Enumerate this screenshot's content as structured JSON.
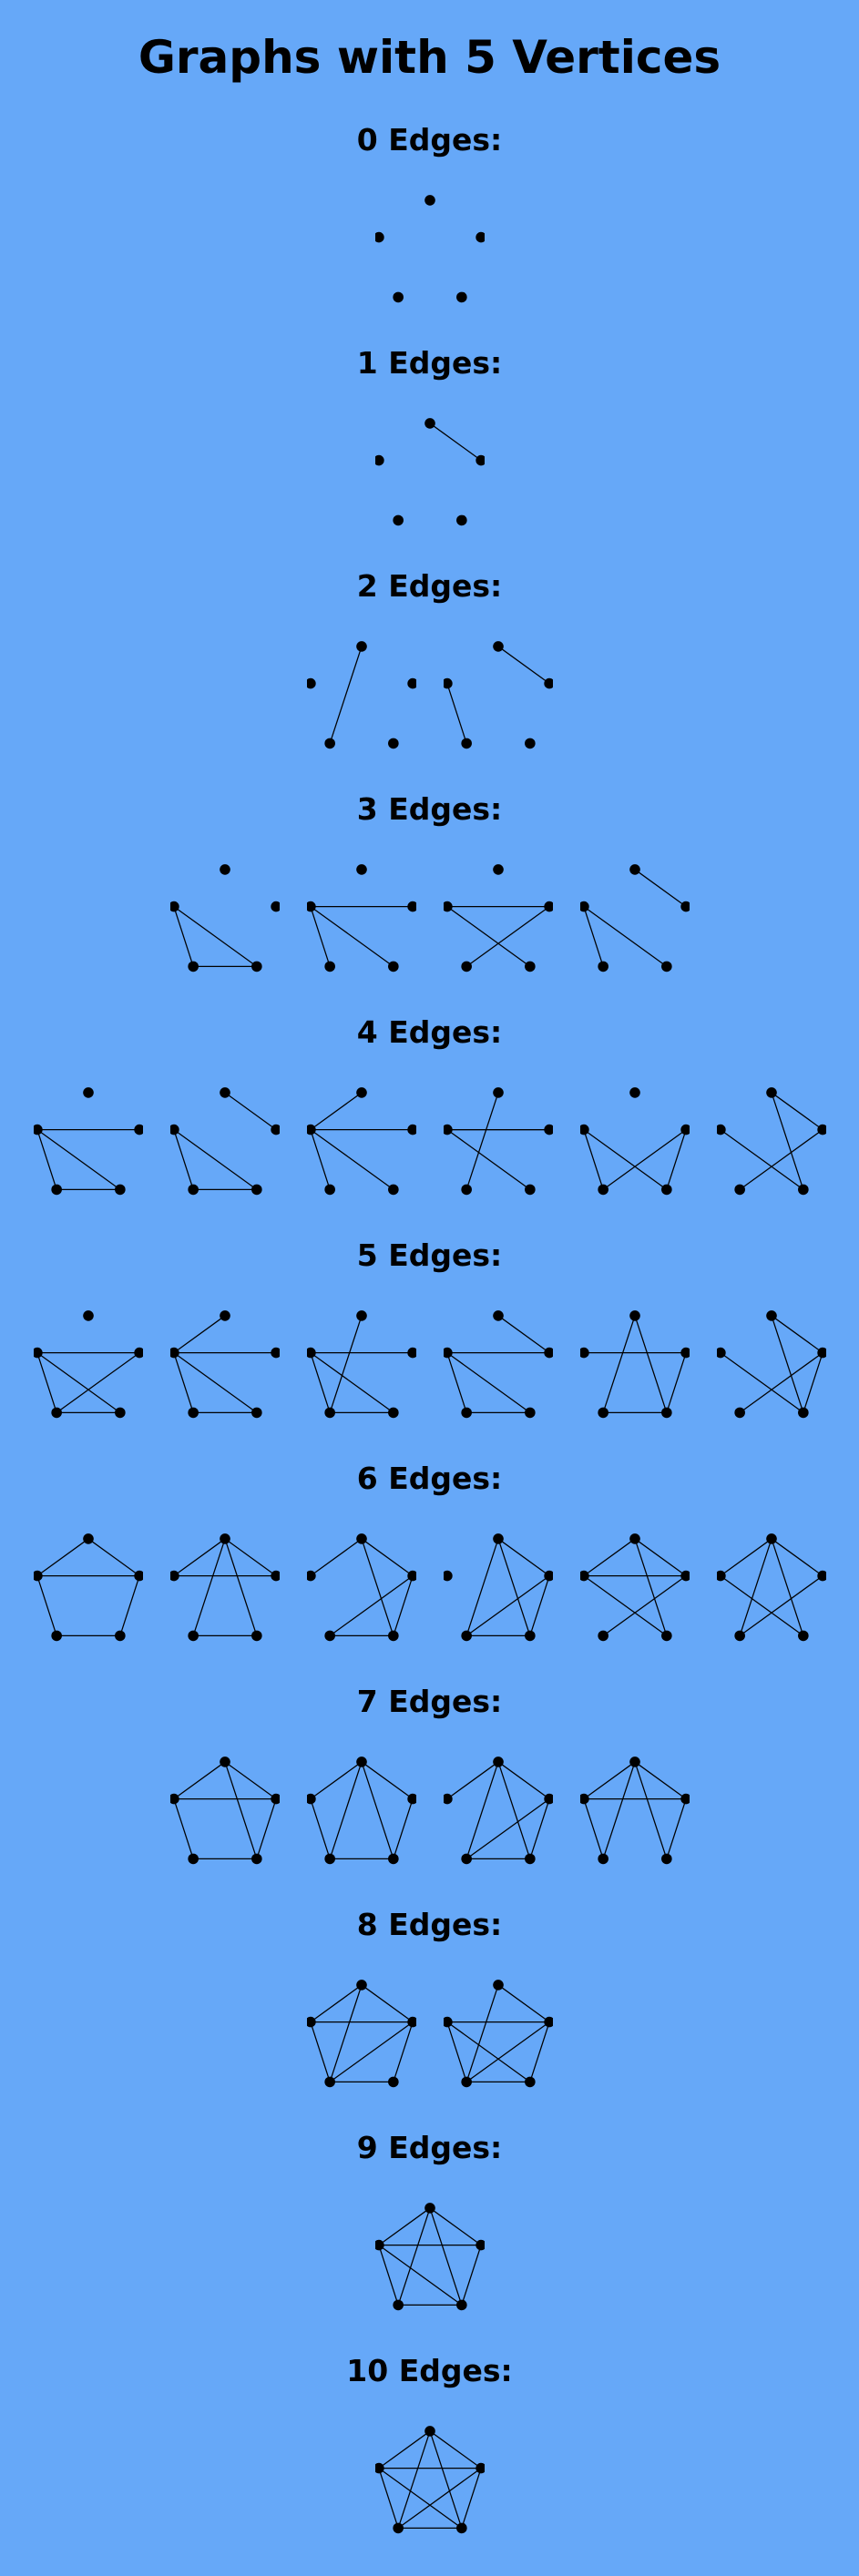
{
  "title": "Graphs with 5 Vertices",
  "sections": [
    {
      "heading": "0 Edges:",
      "graphs": [
        []
      ]
    },
    {
      "heading": "1 Edges:",
      "graphs": [
        [
          [
            0,
            1
          ]
        ]
      ]
    },
    {
      "heading": "2 Edges:",
      "graphs": [
        [
          [
            0,
            3
          ]
        ],
        [
          [
            0,
            1
          ],
          [
            3,
            4
          ]
        ]
      ]
    },
    {
      "heading": "3 Edges:",
      "graphs": [
        [
          [
            4,
            3
          ],
          [
            3,
            2
          ],
          [
            2,
            4
          ]
        ],
        [
          [
            4,
            1
          ],
          [
            4,
            3
          ],
          [
            4,
            2
          ]
        ],
        [
          [
            4,
            1
          ],
          [
            4,
            2
          ],
          [
            1,
            3
          ]
        ],
        [
          [
            0,
            1
          ],
          [
            4,
            3
          ],
          [
            4,
            2
          ]
        ]
      ]
    },
    {
      "heading": "4 Edges:",
      "graphs": [
        [
          [
            4,
            1
          ],
          [
            4,
            3
          ],
          [
            4,
            2
          ],
          [
            3,
            2
          ]
        ],
        [
          [
            0,
            1
          ],
          [
            4,
            3
          ],
          [
            4,
            2
          ],
          [
            3,
            2
          ]
        ],
        [
          [
            0,
            4
          ],
          [
            4,
            1
          ],
          [
            4,
            3
          ],
          [
            4,
            2
          ]
        ],
        [
          [
            4,
            1
          ],
          [
            4,
            2
          ],
          [
            0,
            3
          ],
          [
            1,
            4
          ]
        ],
        [
          [
            4,
            3
          ],
          [
            4,
            2
          ],
          [
            1,
            3
          ],
          [
            1,
            2
          ]
        ],
        [
          [
            4,
            2
          ],
          [
            1,
            3
          ],
          [
            0,
            1
          ],
          [
            0,
            2
          ]
        ]
      ]
    },
    {
      "heading": "5 Edges:",
      "graphs": [
        [
          [
            4,
            1
          ],
          [
            4,
            3
          ],
          [
            4,
            2
          ],
          [
            3,
            2
          ],
          [
            1,
            3
          ]
        ],
        [
          [
            0,
            4
          ],
          [
            4,
            1
          ],
          [
            4,
            3
          ],
          [
            4,
            2
          ],
          [
            3,
            2
          ]
        ],
        [
          [
            4,
            1
          ],
          [
            4,
            3
          ],
          [
            4,
            2
          ],
          [
            3,
            2
          ],
          [
            0,
            3
          ]
        ],
        [
          [
            0,
            1
          ],
          [
            4,
            1
          ],
          [
            4,
            3
          ],
          [
            4,
            2
          ],
          [
            3,
            2
          ]
        ],
        [
          [
            4,
            1
          ],
          [
            1,
            2
          ],
          [
            3,
            2
          ],
          [
            0,
            3
          ],
          [
            0,
            2
          ]
        ],
        [
          [
            0,
            1
          ],
          [
            1,
            2
          ],
          [
            0,
            2
          ],
          [
            4,
            2
          ],
          [
            1,
            3
          ]
        ]
      ]
    },
    {
      "heading": "6 Edges:",
      "graphs": [
        [
          [
            0,
            4
          ],
          [
            0,
            1
          ],
          [
            1,
            2
          ],
          [
            2,
            3
          ],
          [
            3,
            4
          ],
          [
            4,
            1
          ]
        ],
        [
          [
            0,
            4
          ],
          [
            0,
            1
          ],
          [
            4,
            1
          ],
          [
            0,
            3
          ],
          [
            0,
            2
          ],
          [
            3,
            2
          ]
        ],
        [
          [
            0,
            4
          ],
          [
            0,
            1
          ],
          [
            1,
            2
          ],
          [
            2,
            3
          ],
          [
            3,
            1
          ],
          [
            0,
            2
          ]
        ],
        [
          [
            0,
            1
          ],
          [
            1,
            2
          ],
          [
            2,
            3
          ],
          [
            0,
            3
          ],
          [
            0,
            2
          ],
          [
            1,
            3
          ]
        ],
        [
          [
            0,
            4
          ],
          [
            0,
            1
          ],
          [
            4,
            1
          ],
          [
            0,
            2
          ],
          [
            4,
            2
          ],
          [
            1,
            3
          ]
        ],
        [
          [
            0,
            4
          ],
          [
            0,
            1
          ],
          [
            0,
            3
          ],
          [
            0,
            2
          ],
          [
            4,
            2
          ],
          [
            1,
            3
          ]
        ]
      ]
    },
    {
      "heading": "7 Edges:",
      "graphs": [
        [
          [
            0,
            4
          ],
          [
            0,
            1
          ],
          [
            1,
            2
          ],
          [
            2,
            3
          ],
          [
            3,
            4
          ],
          [
            4,
            1
          ],
          [
            0,
            2
          ]
        ],
        [
          [
            0,
            4
          ],
          [
            0,
            1
          ],
          [
            1,
            2
          ],
          [
            2,
            3
          ],
          [
            3,
            4
          ],
          [
            0,
            3
          ],
          [
            0,
            2
          ]
        ],
        [
          [
            0,
            1
          ],
          [
            1,
            2
          ],
          [
            2,
            3
          ],
          [
            0,
            3
          ],
          [
            0,
            2
          ],
          [
            1,
            3
          ],
          [
            0,
            4
          ]
        ],
        [
          [
            0,
            4
          ],
          [
            0,
            1
          ],
          [
            1,
            2
          ],
          [
            3,
            4
          ],
          [
            4,
            1
          ],
          [
            0,
            3
          ],
          [
            0,
            2
          ]
        ]
      ]
    },
    {
      "heading": "8 Edges:",
      "graphs": [
        [
          [
            0,
            4
          ],
          [
            0,
            1
          ],
          [
            1,
            2
          ],
          [
            2,
            3
          ],
          [
            3,
            4
          ],
          [
            4,
            1
          ],
          [
            0,
            3
          ],
          [
            1,
            3
          ]
        ],
        [
          [
            0,
            1
          ],
          [
            1,
            2
          ],
          [
            2,
            3
          ],
          [
            3,
            4
          ],
          [
            4,
            1
          ],
          [
            4,
            2
          ],
          [
            0,
            3
          ],
          [
            1,
            3
          ]
        ]
      ]
    },
    {
      "heading": "9 Edges:",
      "graphs": [
        [
          [
            0,
            4
          ],
          [
            0,
            1
          ],
          [
            1,
            2
          ],
          [
            2,
            3
          ],
          [
            3,
            4
          ],
          [
            4,
            1
          ],
          [
            0,
            3
          ],
          [
            0,
            2
          ],
          [
            4,
            2
          ]
        ]
      ]
    },
    {
      "heading": "10 Edges:",
      "graphs": [
        [
          [
            0,
            4
          ],
          [
            0,
            1
          ],
          [
            1,
            2
          ],
          [
            2,
            3
          ],
          [
            3,
            4
          ],
          [
            4,
            1
          ],
          [
            0,
            3
          ],
          [
            0,
            2
          ],
          [
            4,
            2
          ],
          [
            1,
            3
          ]
        ]
      ]
    }
  ]
}
